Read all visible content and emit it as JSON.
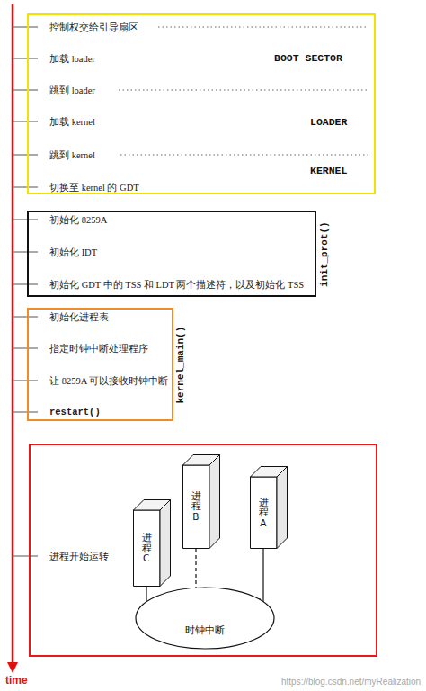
{
  "diagram": {
    "nodes": [
      {
        "text": [
          "控制权交给引导扇区",
          "加载 loader",
          "跳到 loader",
          "加载 kernel",
          "跳到 kernel",
          "切换至 kernel 的 GDT",
          "BOOT SECTOR",
          "LOADER",
          "KERNEL"
        ]
      },
      {
        "text": [
          "初始化 8259A",
          "初始化 IDT",
          "初始化 GDT 中的 TSS 和 LDT 两个描述符，以及初始化 TSS",
          "init_prot()"
        ]
      },
      {
        "text": [
          "初始化进程表",
          "指定时钟中断处理程序",
          "让 8259A 可以接收时钟中断",
          "restart()",
          "kernel_main()"
        ]
      },
      {
        "text": [
          "进程开始运转"
        ]
      },
      {
        "text": [
          "进程 C"
        ],
        "in": 3
      },
      {
        "text": [
          "进程 B"
        ],
        "in": 3
      },
      {
        "text": [
          "进程 A"
        ],
        "in": 3
      },
      {
        "text": [
          "时钟中断"
        ],
        "in": 3
      }
    ],
    "edges": [
      {
        "from": 4,
        "to": 7,
        "arrow": "none"
      },
      {
        "from": 5,
        "to": 7,
        "arrow": "none"
      },
      {
        "from": 6,
        "to": 7,
        "arrow": "none"
      }
    ],
    "labels": [
      "time",
      "https://blog.csdn.net/myRealization"
    ]
  }
}
